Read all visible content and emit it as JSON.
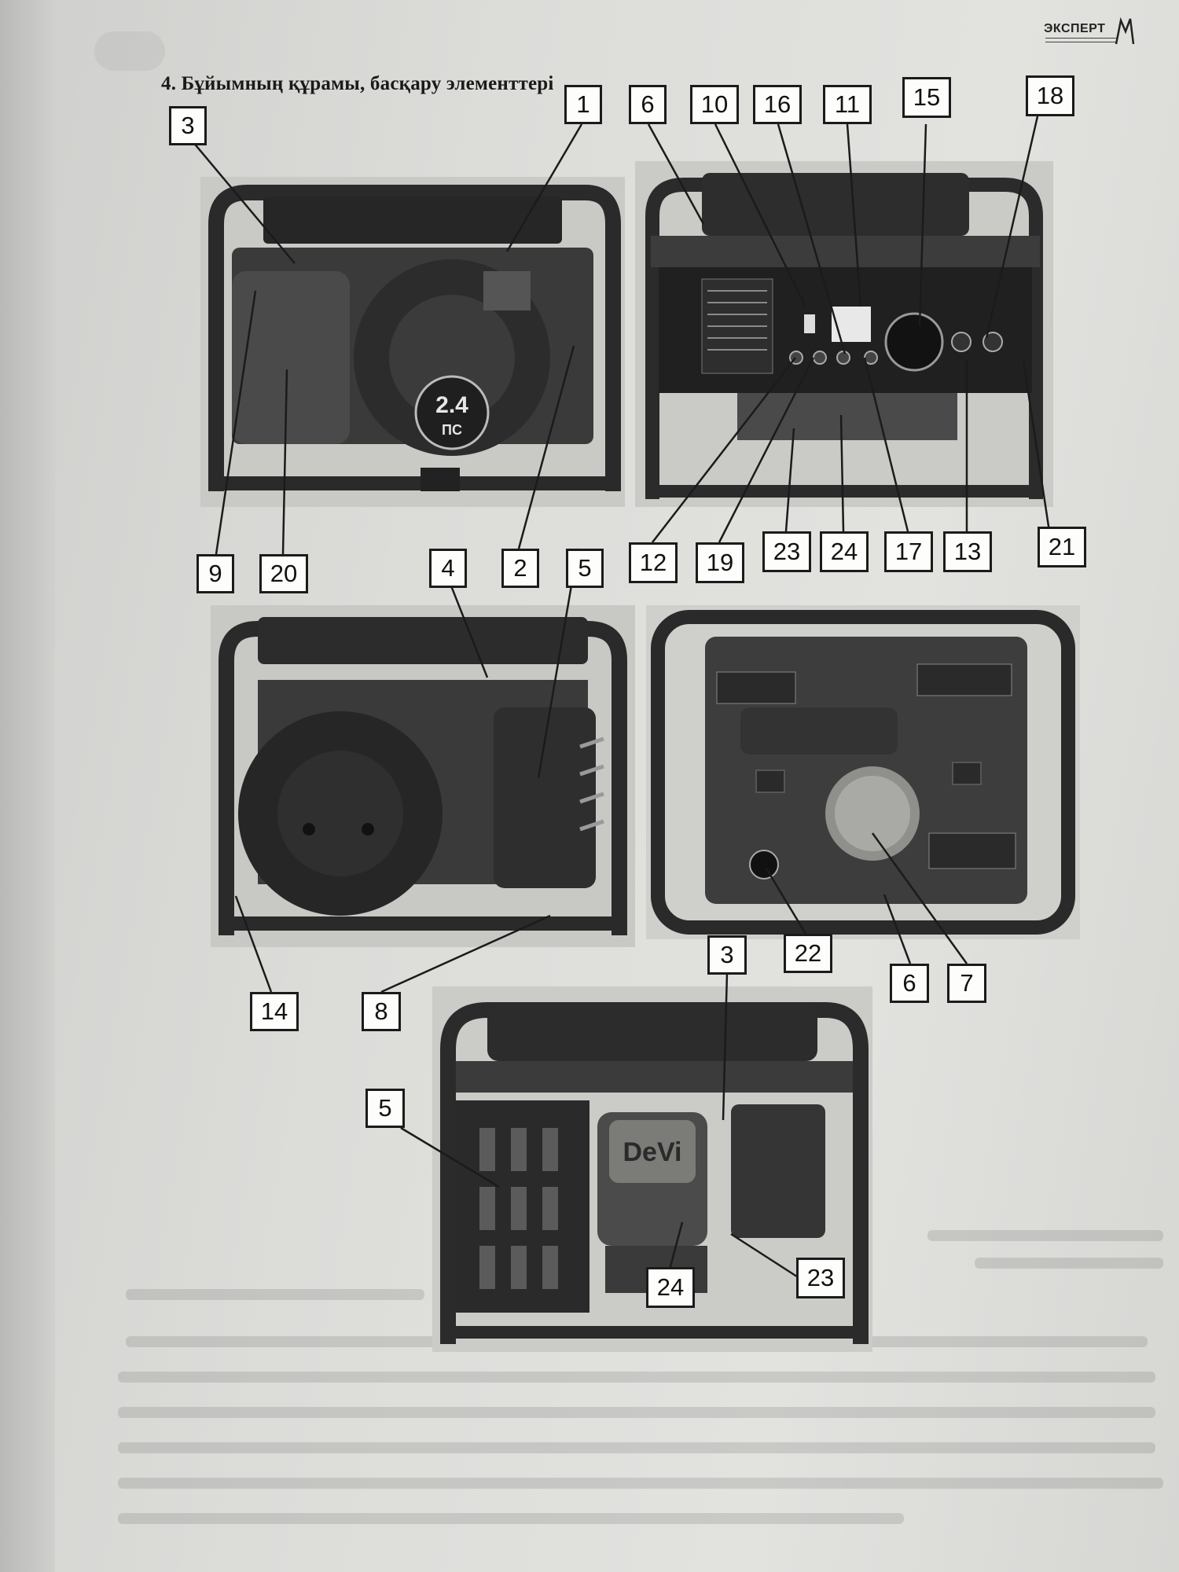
{
  "page": {
    "heading": "4. Бұйымның құрамы, басқару элементтері",
    "logo_text": "ЭКСПЕРТ"
  },
  "photos": {
    "top_left": {
      "badge_top": "2.4",
      "badge_bottom": "ПС"
    },
    "bottom_center": {
      "cover_label": "DeVi"
    }
  },
  "callouts": [
    {
      "id": "c-1",
      "label": "1"
    },
    {
      "id": "c-3a",
      "label": "3"
    },
    {
      "id": "c-6a",
      "label": "6"
    },
    {
      "id": "c-10",
      "label": "10"
    },
    {
      "id": "c-16",
      "label": "16"
    },
    {
      "id": "c-11",
      "label": "11"
    },
    {
      "id": "c-15",
      "label": "15"
    },
    {
      "id": "c-18",
      "label": "18"
    },
    {
      "id": "c-9",
      "label": "9"
    },
    {
      "id": "c-20",
      "label": "20"
    },
    {
      "id": "c-4",
      "label": "4"
    },
    {
      "id": "c-2",
      "label": "2"
    },
    {
      "id": "c-5a",
      "label": "5"
    },
    {
      "id": "c-12",
      "label": "12"
    },
    {
      "id": "c-19",
      "label": "19"
    },
    {
      "id": "c-23a",
      "label": "23"
    },
    {
      "id": "c-24a",
      "label": "24"
    },
    {
      "id": "c-17",
      "label": "17"
    },
    {
      "id": "c-13",
      "label": "13"
    },
    {
      "id": "c-21",
      "label": "21"
    },
    {
      "id": "c-14",
      "label": "14"
    },
    {
      "id": "c-8",
      "label": "8"
    },
    {
      "id": "c-3b",
      "label": "3"
    },
    {
      "id": "c-22",
      "label": "22"
    },
    {
      "id": "c-6b",
      "label": "6"
    },
    {
      "id": "c-7",
      "label": "7"
    },
    {
      "id": "c-5b",
      "label": "5"
    },
    {
      "id": "c-24b",
      "label": "24"
    },
    {
      "id": "c-23b",
      "label": "23"
    }
  ],
  "colors": {
    "ink": "#1b1b1b",
    "paper": "#dcdcd9",
    "frame": "#2a2a2a"
  }
}
